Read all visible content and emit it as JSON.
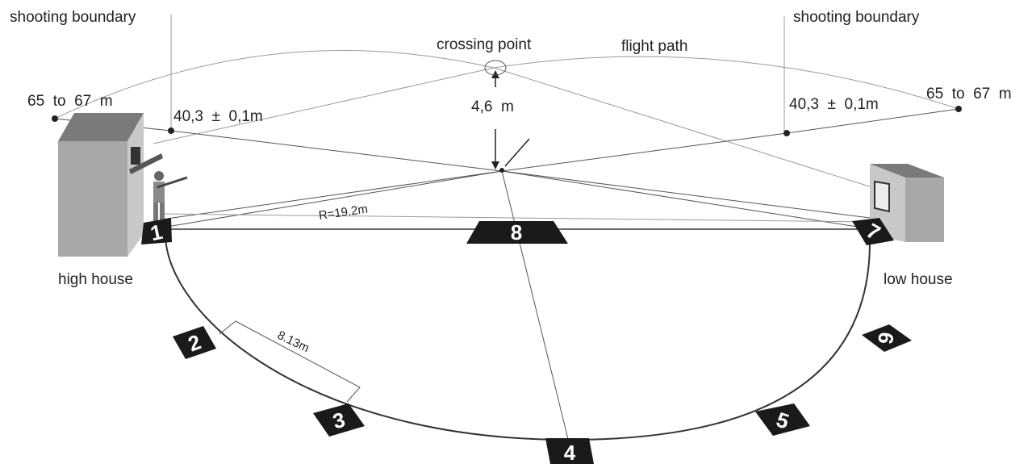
{
  "labels": {
    "shooting_boundary_left": "shooting boundary",
    "shooting_boundary_right": "shooting boundary",
    "crossing_point": "crossing point",
    "flight_path": "flight path",
    "range_left": "65  to  67  m",
    "range_right": "65  to  67  m",
    "boundary_left": "40,3  ±  0,1m",
    "boundary_right": "40,3  ±  0,1m",
    "height": "4,6  m",
    "radius": "R=19.2m",
    "chord": "8.13m",
    "high_house": "high house",
    "low_house": "low house"
  },
  "stations": [
    "1",
    "2",
    "3",
    "4",
    "5",
    "6",
    "7",
    "8"
  ],
  "colors": {
    "station_fill": "#1a1a1a",
    "house_front": "#a8a8a8",
    "house_side": "#d2d2d2",
    "house_top": "#7a7a7a",
    "line": "#555555"
  }
}
